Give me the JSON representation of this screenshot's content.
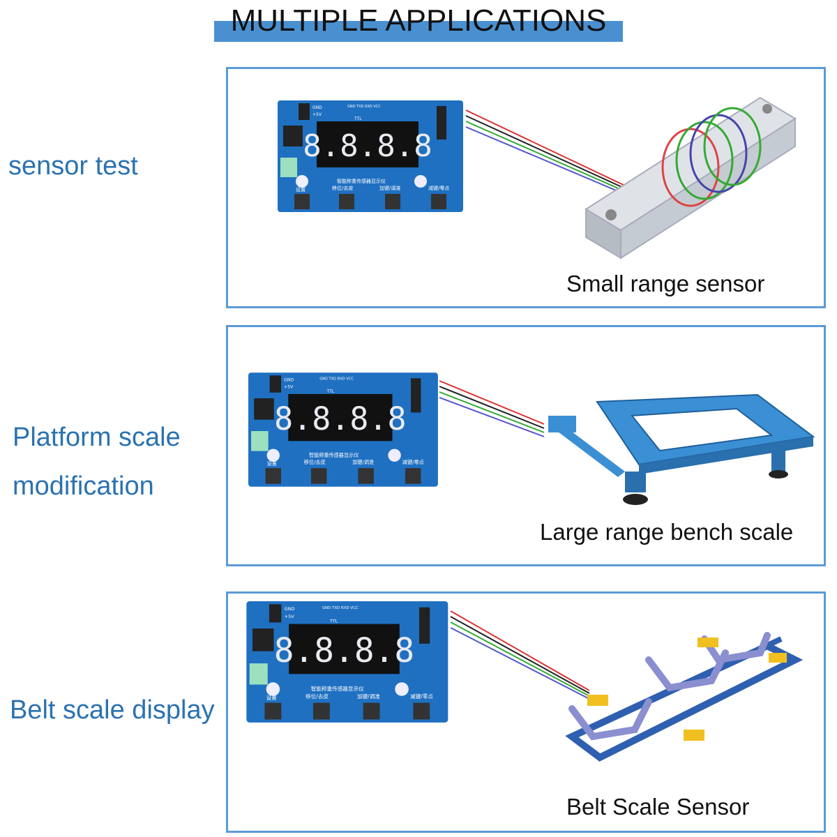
{
  "title": "MULTIPLE APPLICATIONS",
  "colors": {
    "accent": "#4a90d0",
    "label": "#2b72b0",
    "border": "#5b9bd5",
    "board": "#1f70c1"
  },
  "rows": [
    {
      "label_lines": [
        "sensor test"
      ],
      "caption": "Small range sensor",
      "device_icon": "load-cell-icon"
    },
    {
      "label_lines": [
        "Platform scale",
        "modification"
      ],
      "caption": "Large range bench scale",
      "device_icon": "bench-scale-icon"
    },
    {
      "label_lines": [
        "Belt scale display"
      ],
      "caption": "Belt Scale Sensor",
      "device_icon": "belt-scale-icon"
    }
  ],
  "board": {
    "display": "8.8.8.8",
    "header": "GND TXD RXD VCC",
    "port": "TTL",
    "pins": [
      "GND",
      "+5V"
    ],
    "title_cn": "智能称重传感器显示仪",
    "buttons": [
      "设置",
      "移位/去皮",
      "加键/调准",
      "减键/零点"
    ]
  }
}
